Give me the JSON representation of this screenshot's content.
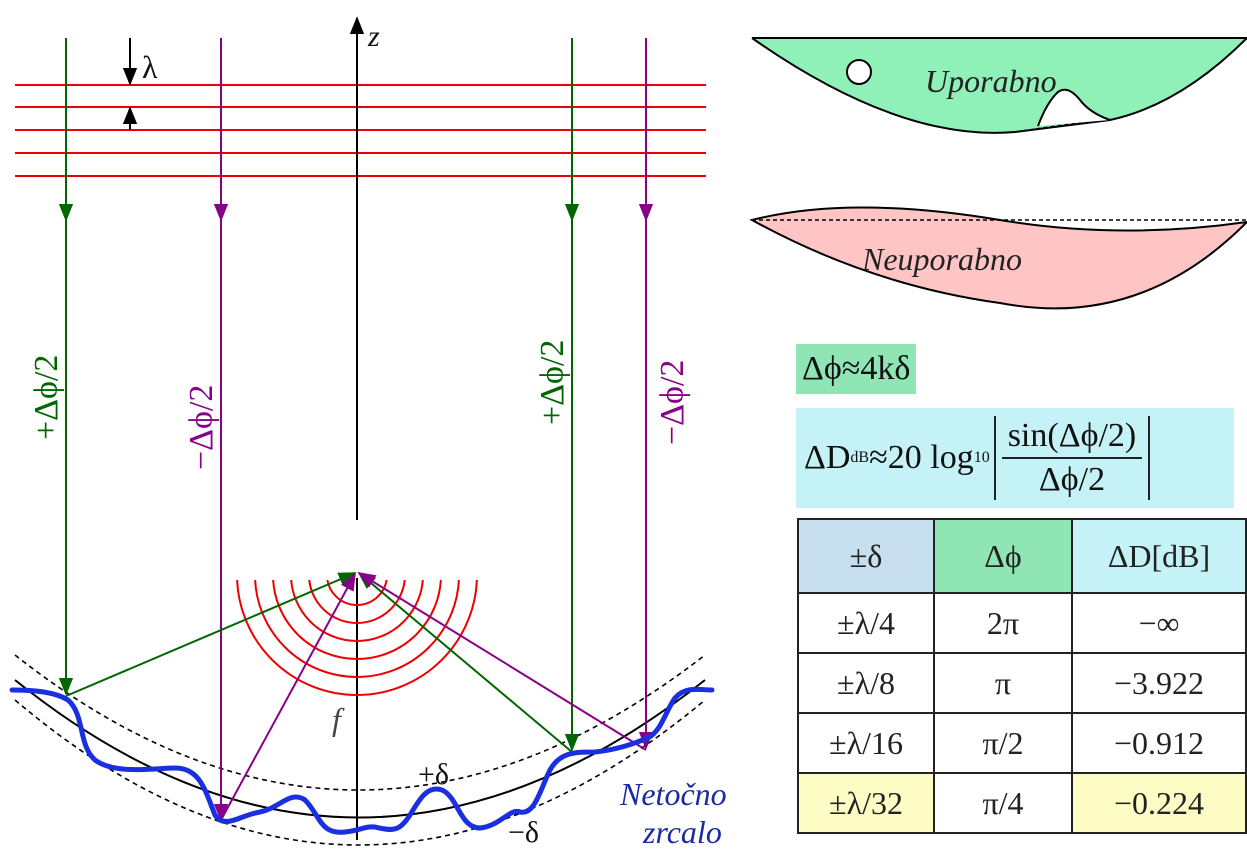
{
  "labels": {
    "z_axis": "z",
    "lambda": "λ",
    "f": "f",
    "plus_dphi": "+Δϕ/2",
    "minus_dphi": "−Δϕ/2",
    "plus_delta": "+δ",
    "minus_delta": "−δ",
    "mirror_line1": "Netočno",
    "mirror_line2": "zrcalo",
    "usable": "Uporabno",
    "unusable": "Neuporabno"
  },
  "formula1": {
    "text": "Δϕ≈4kδ"
  },
  "formula2": {
    "lhs": "ΔD",
    "lhs_sub": "dB",
    "approx": "≈20 log",
    "log_sub": "10",
    "numerator": "sin(Δϕ/2)",
    "denominator": "Δϕ/2"
  },
  "table": {
    "headers": [
      "±δ",
      "Δϕ",
      "ΔD[dB]"
    ],
    "rows": [
      [
        "±λ/4",
        "2π",
        "−∞"
      ],
      [
        "±λ/8",
        "π",
        "−3.922"
      ],
      [
        "±λ/16",
        "π/2",
        "−0.912"
      ],
      [
        "±λ/32",
        "π/4",
        "−0.224"
      ]
    ]
  },
  "colors": {
    "wavefront": "#ee0000",
    "ray_green": "#006600",
    "ray_purple": "#880088",
    "mirror": "#1a2fe0",
    "usable_fill": "#8ff0b8",
    "unusable_fill": "#ffc4c4",
    "header_blue": "#c8dff0",
    "header_green": "#8fe6b4",
    "highlight_yellow": "#fdfcc4"
  }
}
